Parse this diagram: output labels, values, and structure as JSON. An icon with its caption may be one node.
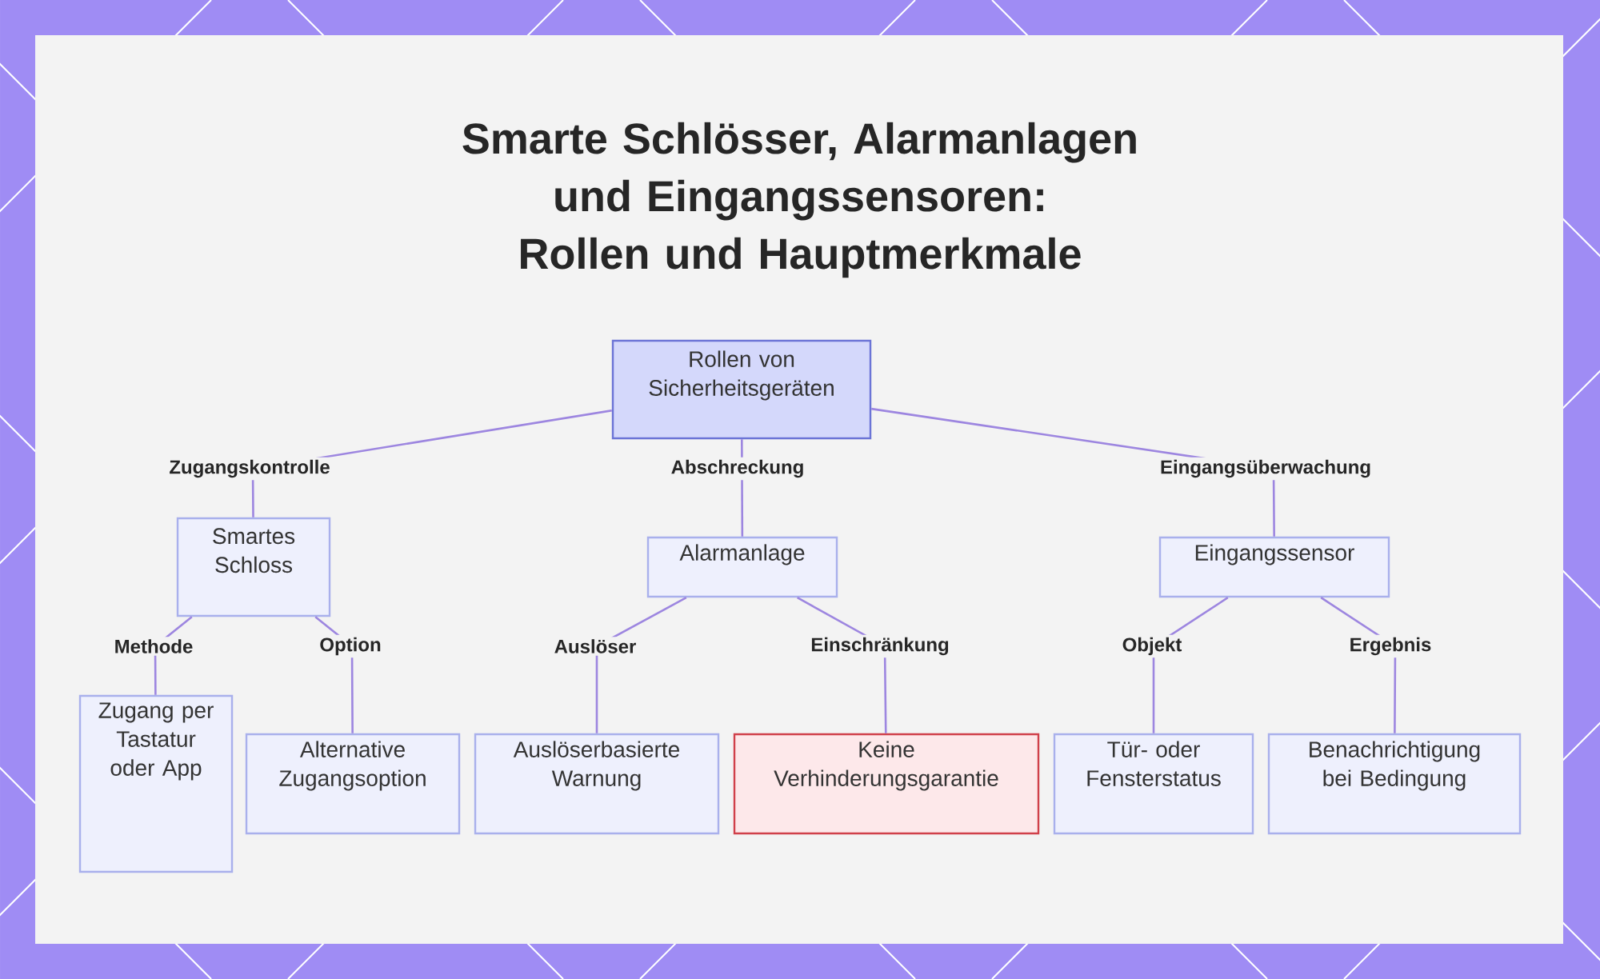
{
  "diagram": {
    "title": "Smarte Schlösser, Alarmanlagen und Eingangssensoren: Rollen und Hauptmerkmale",
    "nodes": [
      {
        "text": [
          "Rollen von Sicherheitsgeräten"
        ]
      },
      {
        "text": [
          "Smartes Schloss"
        ]
      },
      {
        "text": [
          "Alarmanlage"
        ]
      },
      {
        "text": [
          "Eingangssensor"
        ]
      },
      {
        "text": [
          "Zugang per Tastatur oder App"
        ]
      },
      {
        "text": [
          "Alternative Zugangsoption"
        ]
      },
      {
        "text": [
          "Auslöserbasierte Warnung"
        ]
      },
      {
        "text": [
          "Keine Verhinderungsgarantie"
        ]
      },
      {
        "text": [
          "Tür- oder Fensterstatus"
        ]
      },
      {
        "text": [
          "Benachrichtigung bei Bedingung"
        ]
      }
    ],
    "edges": [
      {
        "from": 0,
        "to": 1,
        "arrow": "none",
        "label": "Zugangskontrolle"
      },
      {
        "from": 0,
        "to": 2,
        "arrow": "none",
        "label": "Abschreckung"
      },
      {
        "from": 0,
        "to": 3,
        "arrow": "none",
        "label": "Eingangsüberwachung"
      },
      {
        "from": 1,
        "to": 4,
        "arrow": "none",
        "label": "Methode"
      },
      {
        "from": 1,
        "to": 5,
        "arrow": "none",
        "label": "Option"
      },
      {
        "from": 2,
        "to": 6,
        "arrow": "none",
        "label": "Auslöser"
      },
      {
        "from": 2,
        "to": 7,
        "arrow": "none",
        "label": "Einschränkung",
        "color": "#9d86e0"
      },
      {
        "from": 3,
        "to": 8,
        "arrow": "none",
        "label": "Objekt"
      },
      {
        "from": 3,
        "to": 9,
        "arrow": "none",
        "label": "Ergebnis"
      }
    ]
  }
}
